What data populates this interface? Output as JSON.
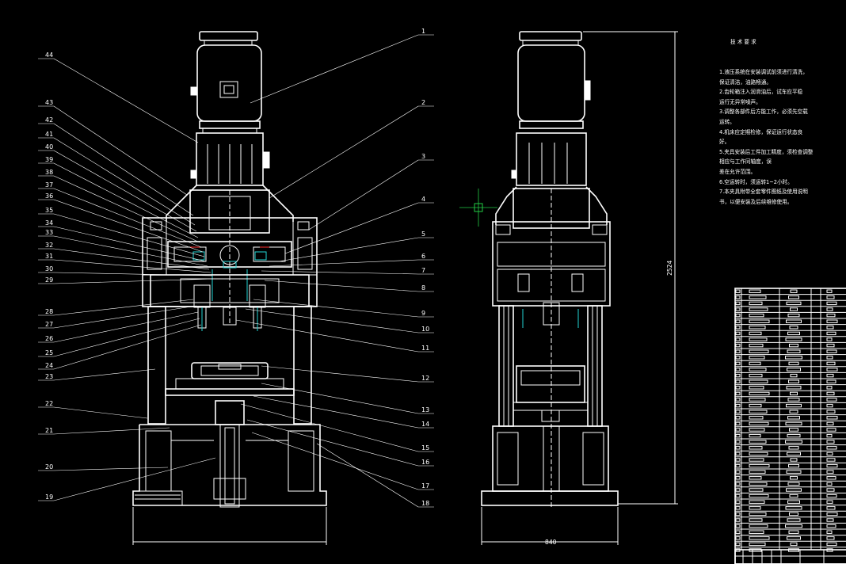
{
  "drawing": {
    "leader_labels_left": [
      "44",
      "43",
      "42",
      "41",
      "40",
      "39",
      "38",
      "37",
      "36",
      "35",
      "34",
      "33",
      "32",
      "31",
      "30",
      "29",
      "28",
      "27",
      "26",
      "25",
      "24",
      "23",
      "22",
      "21",
      "20",
      "19"
    ],
    "leader_labels_right": [
      "1",
      "2",
      "3",
      "4",
      "5",
      "6",
      "7",
      "8",
      "9",
      "10",
      "11",
      "12",
      "13",
      "14",
      "15",
      "16",
      "17",
      "18"
    ],
    "dim_width_front": "",
    "dim_width_side": "840",
    "dim_height_side": "2524"
  },
  "tech_notes": {
    "title": "技 术 要 求",
    "lines": [
      "1.液压系统在安装调试前须进行清洗，",
      "保证清洁，油路畅通。",
      "2.齿轮箱注入润滑油后，试车应平稳",
      "运行无异常噪声。",
      "3.调整各部件后方能工作，必须先空载",
      "运转。",
      "4.机床应定期检修，保证运行状态良",
      "好。",
      "5.夹具安装后工件加工精度，须检查调整",
      "相应与工作同轴度，误",
      "差在允许范围。",
      "6.空运转时，须运转1~2小时。",
      "7.本夹具附带全套零件图纸及使用说明",
      "书，以便安装及后续维修使用。"
    ]
  },
  "colors": {
    "background": "#000000",
    "lines": "#ffffff",
    "accent_cyan": "#22d3d3",
    "accent_red": "#ff3030",
    "cursor_green": "#22cc44"
  }
}
